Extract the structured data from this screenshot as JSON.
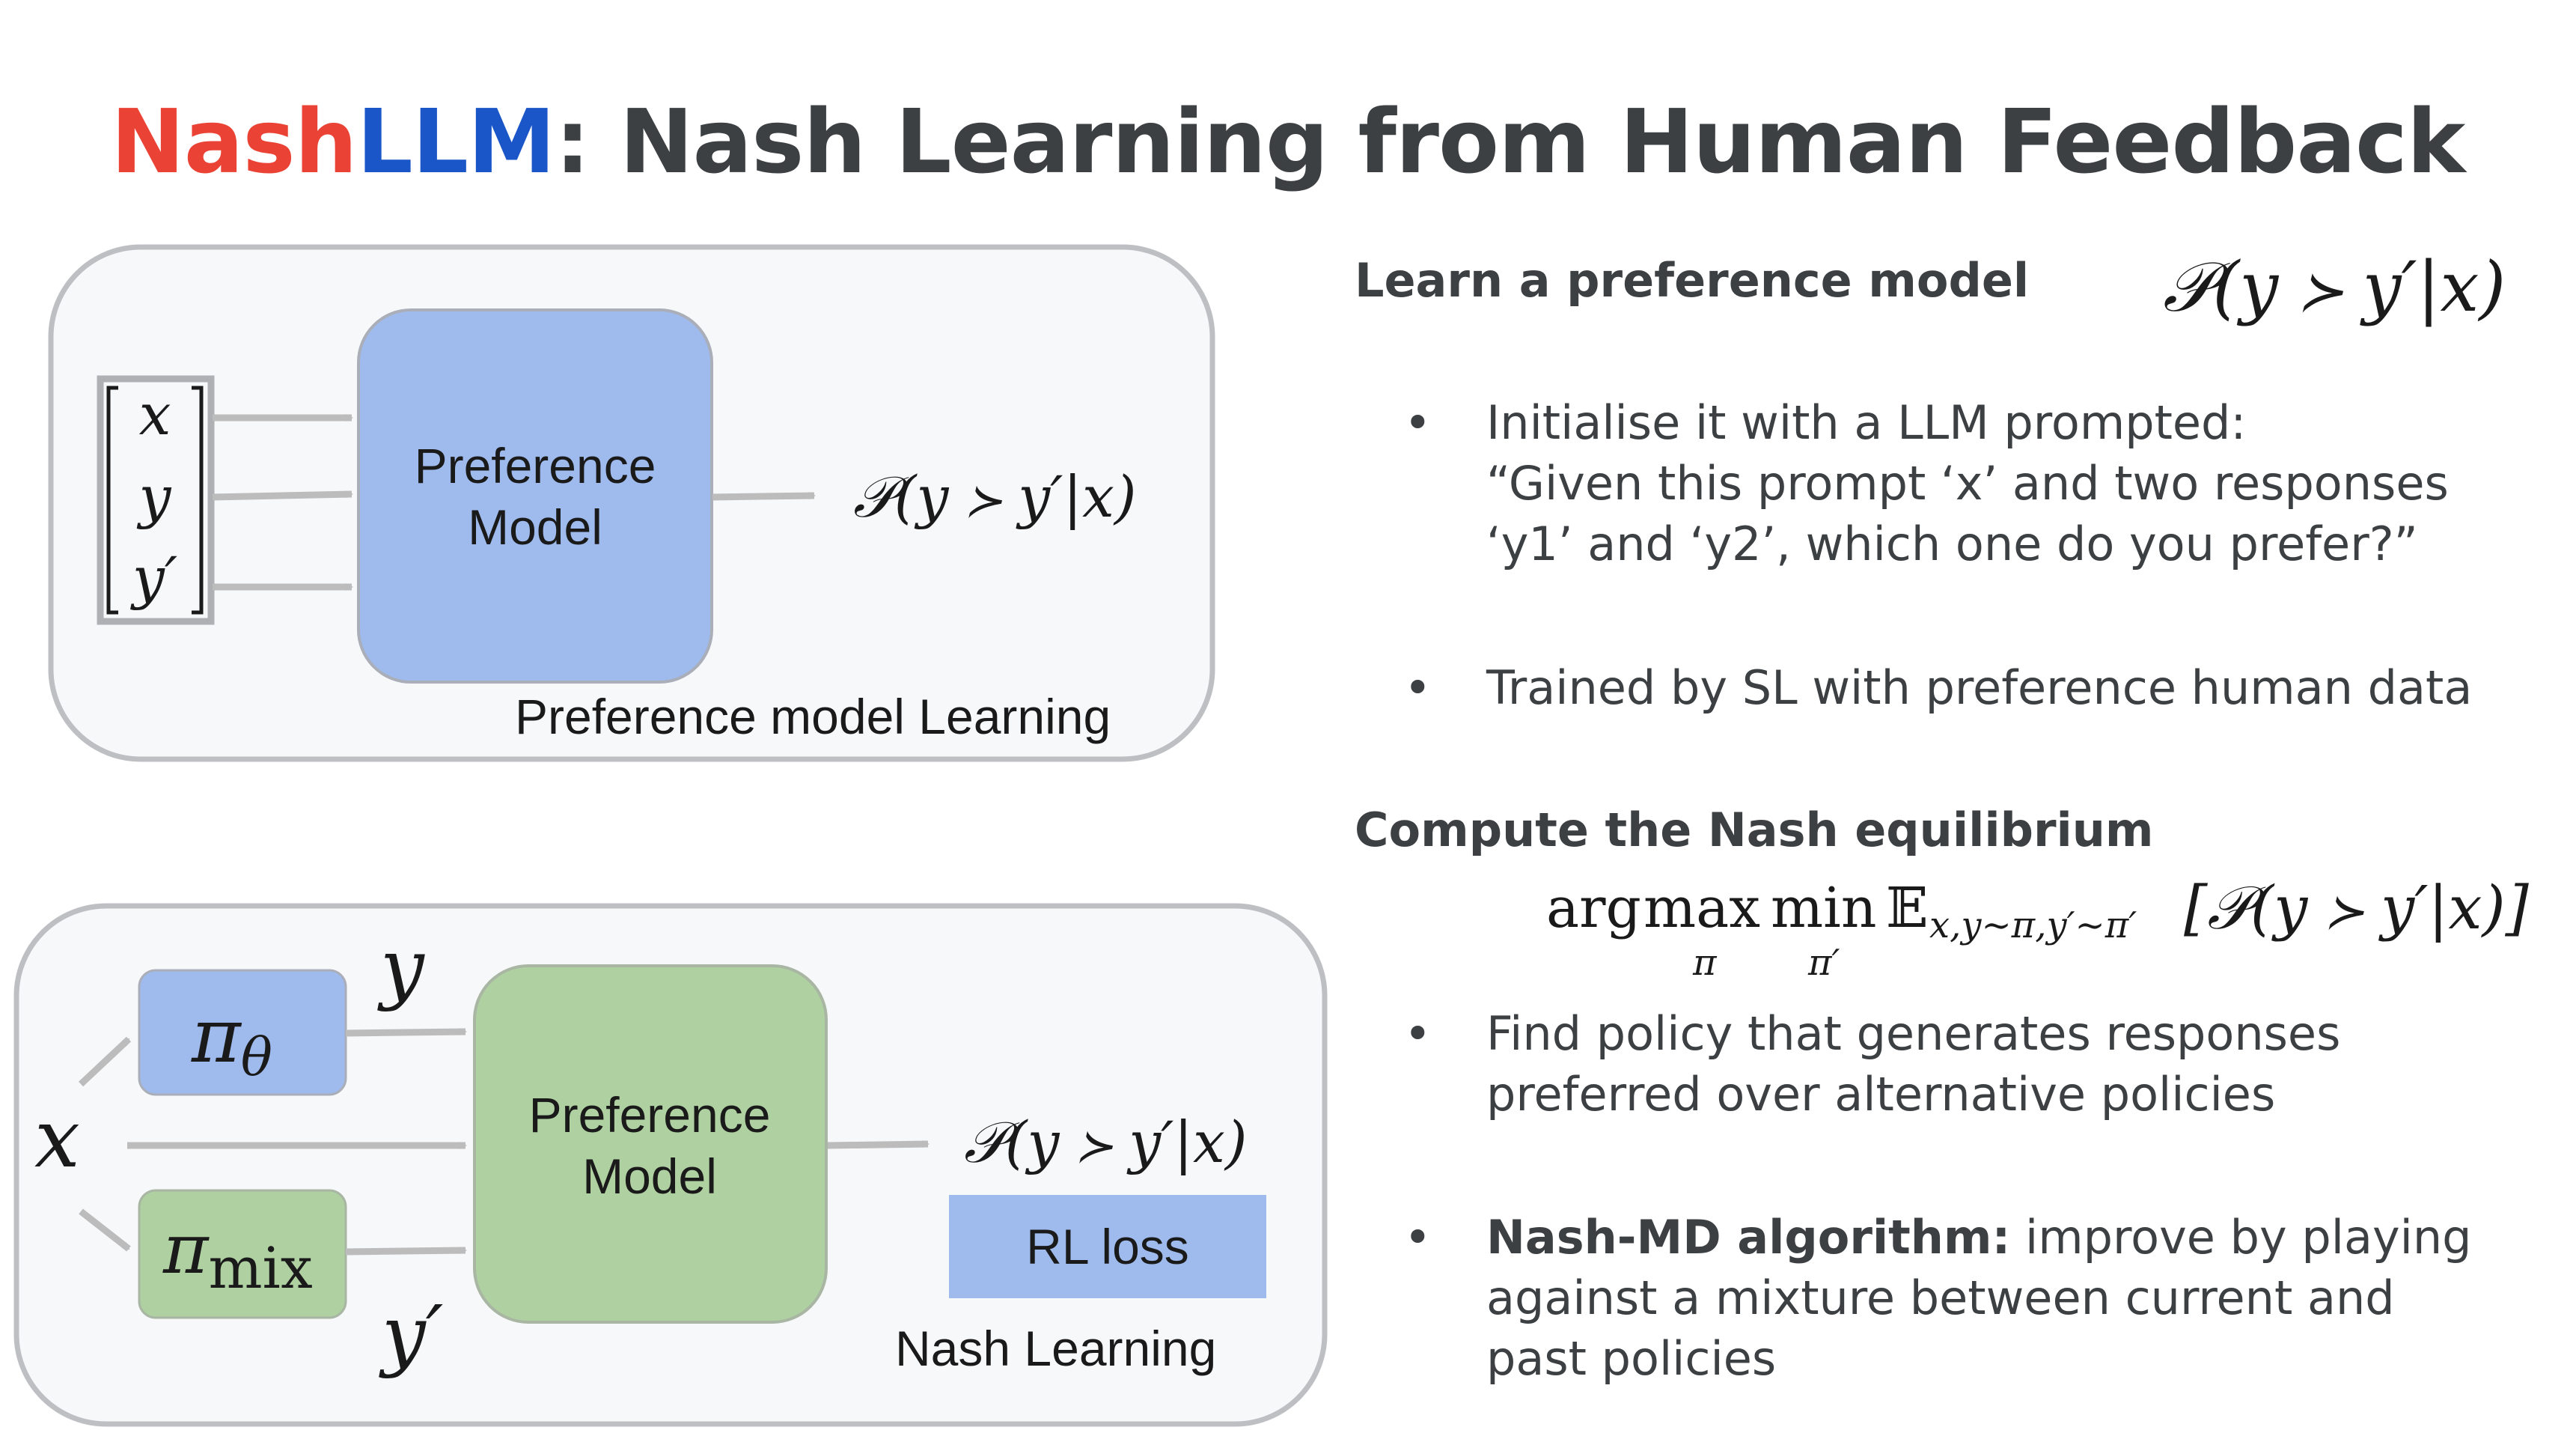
{
  "title": {
    "part1": "Nash",
    "part2": "LLM",
    "rest": ": Nash Learning from Human Feedback"
  },
  "colors": {
    "nash": "#ea4335",
    "llm": "#1a56c8",
    "text": "#3c4043",
    "blue_box": "#9fbbee",
    "green_box": "#afd0a1",
    "panel_bg": "#f7f8fa",
    "panel_border": "#bdbfc3",
    "arrow": "#bcbcbc"
  },
  "top_panel": {
    "caption": "Preference model Learning",
    "box_label": [
      "Preference",
      "Model"
    ],
    "inputs": [
      "x",
      "y",
      "y′"
    ],
    "output": "𝒫(y ≻ y′|x)"
  },
  "bottom_panel": {
    "caption": "Nash Learning",
    "box_label": [
      "Preference",
      "Model"
    ],
    "policy_theta": "π",
    "policy_theta_sub": "θ",
    "policy_mix": "π",
    "policy_mix_sub": "mix",
    "x_label": "x",
    "y_label": "y",
    "y_prime_label": "y′",
    "output": "𝒫(y ≻ y′|x)",
    "rl_loss": "RL loss"
  },
  "right": {
    "heading1": "Learn a preference model",
    "eq1": "𝒫(y ≻ y′|x)",
    "bullet1": [
      "Initialise it with a LLM prompted:",
      "“Given this prompt ‘x’ and two responses",
      "‘y1’ and ‘y2’, which one do you prefer?”"
    ],
    "bullet2": "Trained by SL with preference human data",
    "heading2": "Compute the Nash equilibrium",
    "eq2": {
      "arg": "arg",
      "max": "max",
      "max_sub": "π",
      "min": "min",
      "min_sub": "π′",
      "E": "𝔼",
      "E_sub": "x,y∼π,y′∼π′",
      "body": "[𝒫(y ≻ y′|x)]"
    },
    "bullet3": [
      "Find policy that generates responses",
      "preferred over alternative policies"
    ],
    "bullet4_bold": "Nash-MD algorithm:",
    "bullet4": [
      " improve by playing",
      "against a mixture between current and",
      "past policies"
    ],
    "bullet_symbol": "•"
  }
}
